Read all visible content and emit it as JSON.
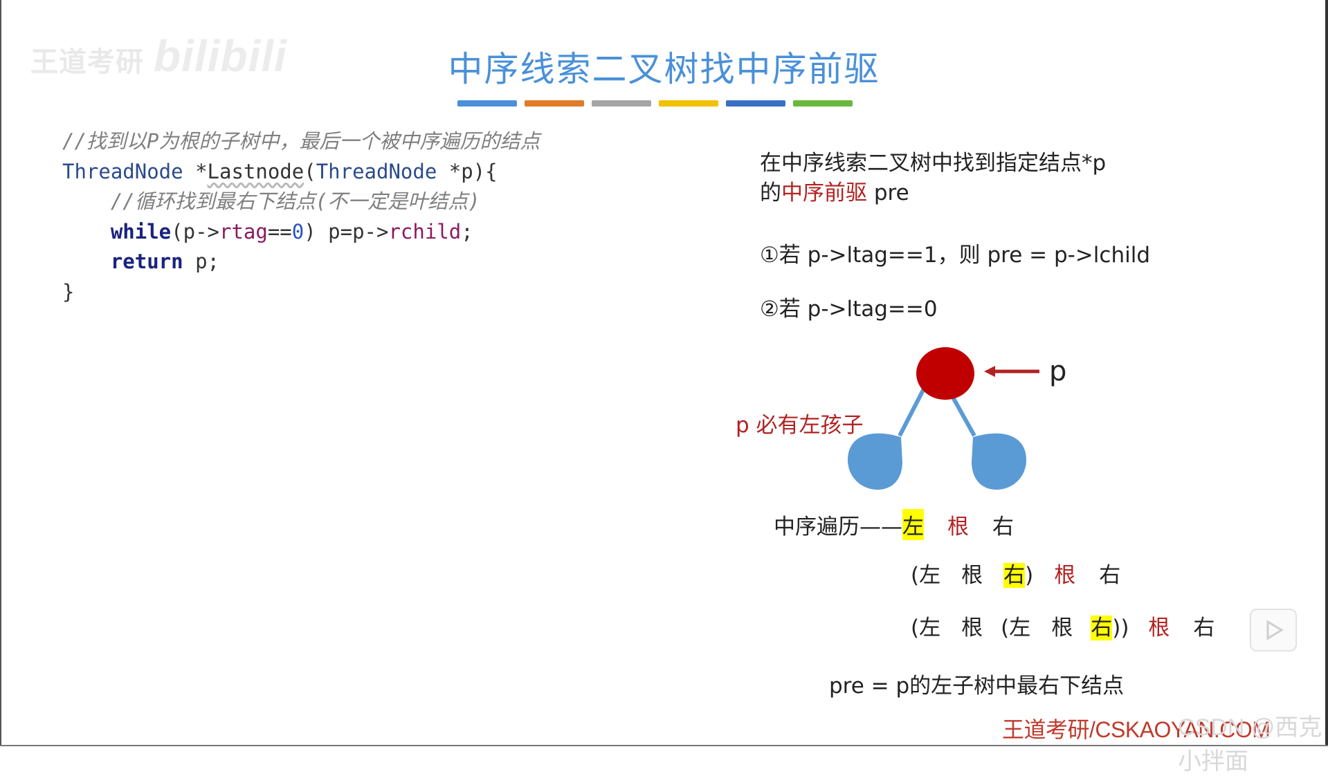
{
  "watermark": {
    "brand": "王道考研",
    "platform": "bilibili"
  },
  "title": "中序线索二叉树找中序前驱",
  "title_bar_colors": [
    "#4a90d9",
    "#e07b28",
    "#a5a5a5",
    "#f2c100",
    "#3a6fc4",
    "#6ab83c"
  ],
  "code": {
    "line1_comment": "//找到以P为根的子树中，最后一个被中序遍历的结点",
    "line2_type": "ThreadNode",
    "line2_star": " *",
    "line2_fn": "Lastnode",
    "line2_paren": "(",
    "line2_type2": "ThreadNode",
    "line2_rest": " *p){",
    "line3_comment": "//循环找到最右下结点(不一定是叶结点)",
    "line4_kw": "while",
    "line4_a": "(p->",
    "line4_field": "rtag",
    "line4_b": "==",
    "line4_num": "0",
    "line4_c": ") p=p->",
    "line4_field2": "rchild",
    "line4_d": ";",
    "line5_kw": "return",
    "line5_rest": " p;",
    "line6": "}"
  },
  "desc": {
    "line1": "在中序线索二叉树中找到指定结点*p",
    "line2_a": "的",
    "line2_red": "中序前驱",
    "line2_b": " pre",
    "case1": "①若 p->ltag==1，则 pre = p->lchild",
    "case2": "②若 p->ltag==0"
  },
  "diagram": {
    "pointer_label": "p",
    "left_note": "p 必有左孩子",
    "node_color": "#c00000",
    "subtree_color": "#5b9bd5"
  },
  "sequence": {
    "row1_prefix": "中序遍历——",
    "row1": [
      "左",
      "根",
      "右"
    ],
    "row2": [
      "(左",
      "根",
      "右)",
      "根",
      "右"
    ],
    "row3": [
      "(左",
      "根",
      "(左",
      "根",
      "右))",
      "根",
      "右"
    ]
  },
  "conclusion": "pre = p的左子树中最右下结点",
  "footer": {
    "text": "王道考研/CSKAOYAN.COM",
    "overlay": "CSDN @西克小拌面"
  }
}
